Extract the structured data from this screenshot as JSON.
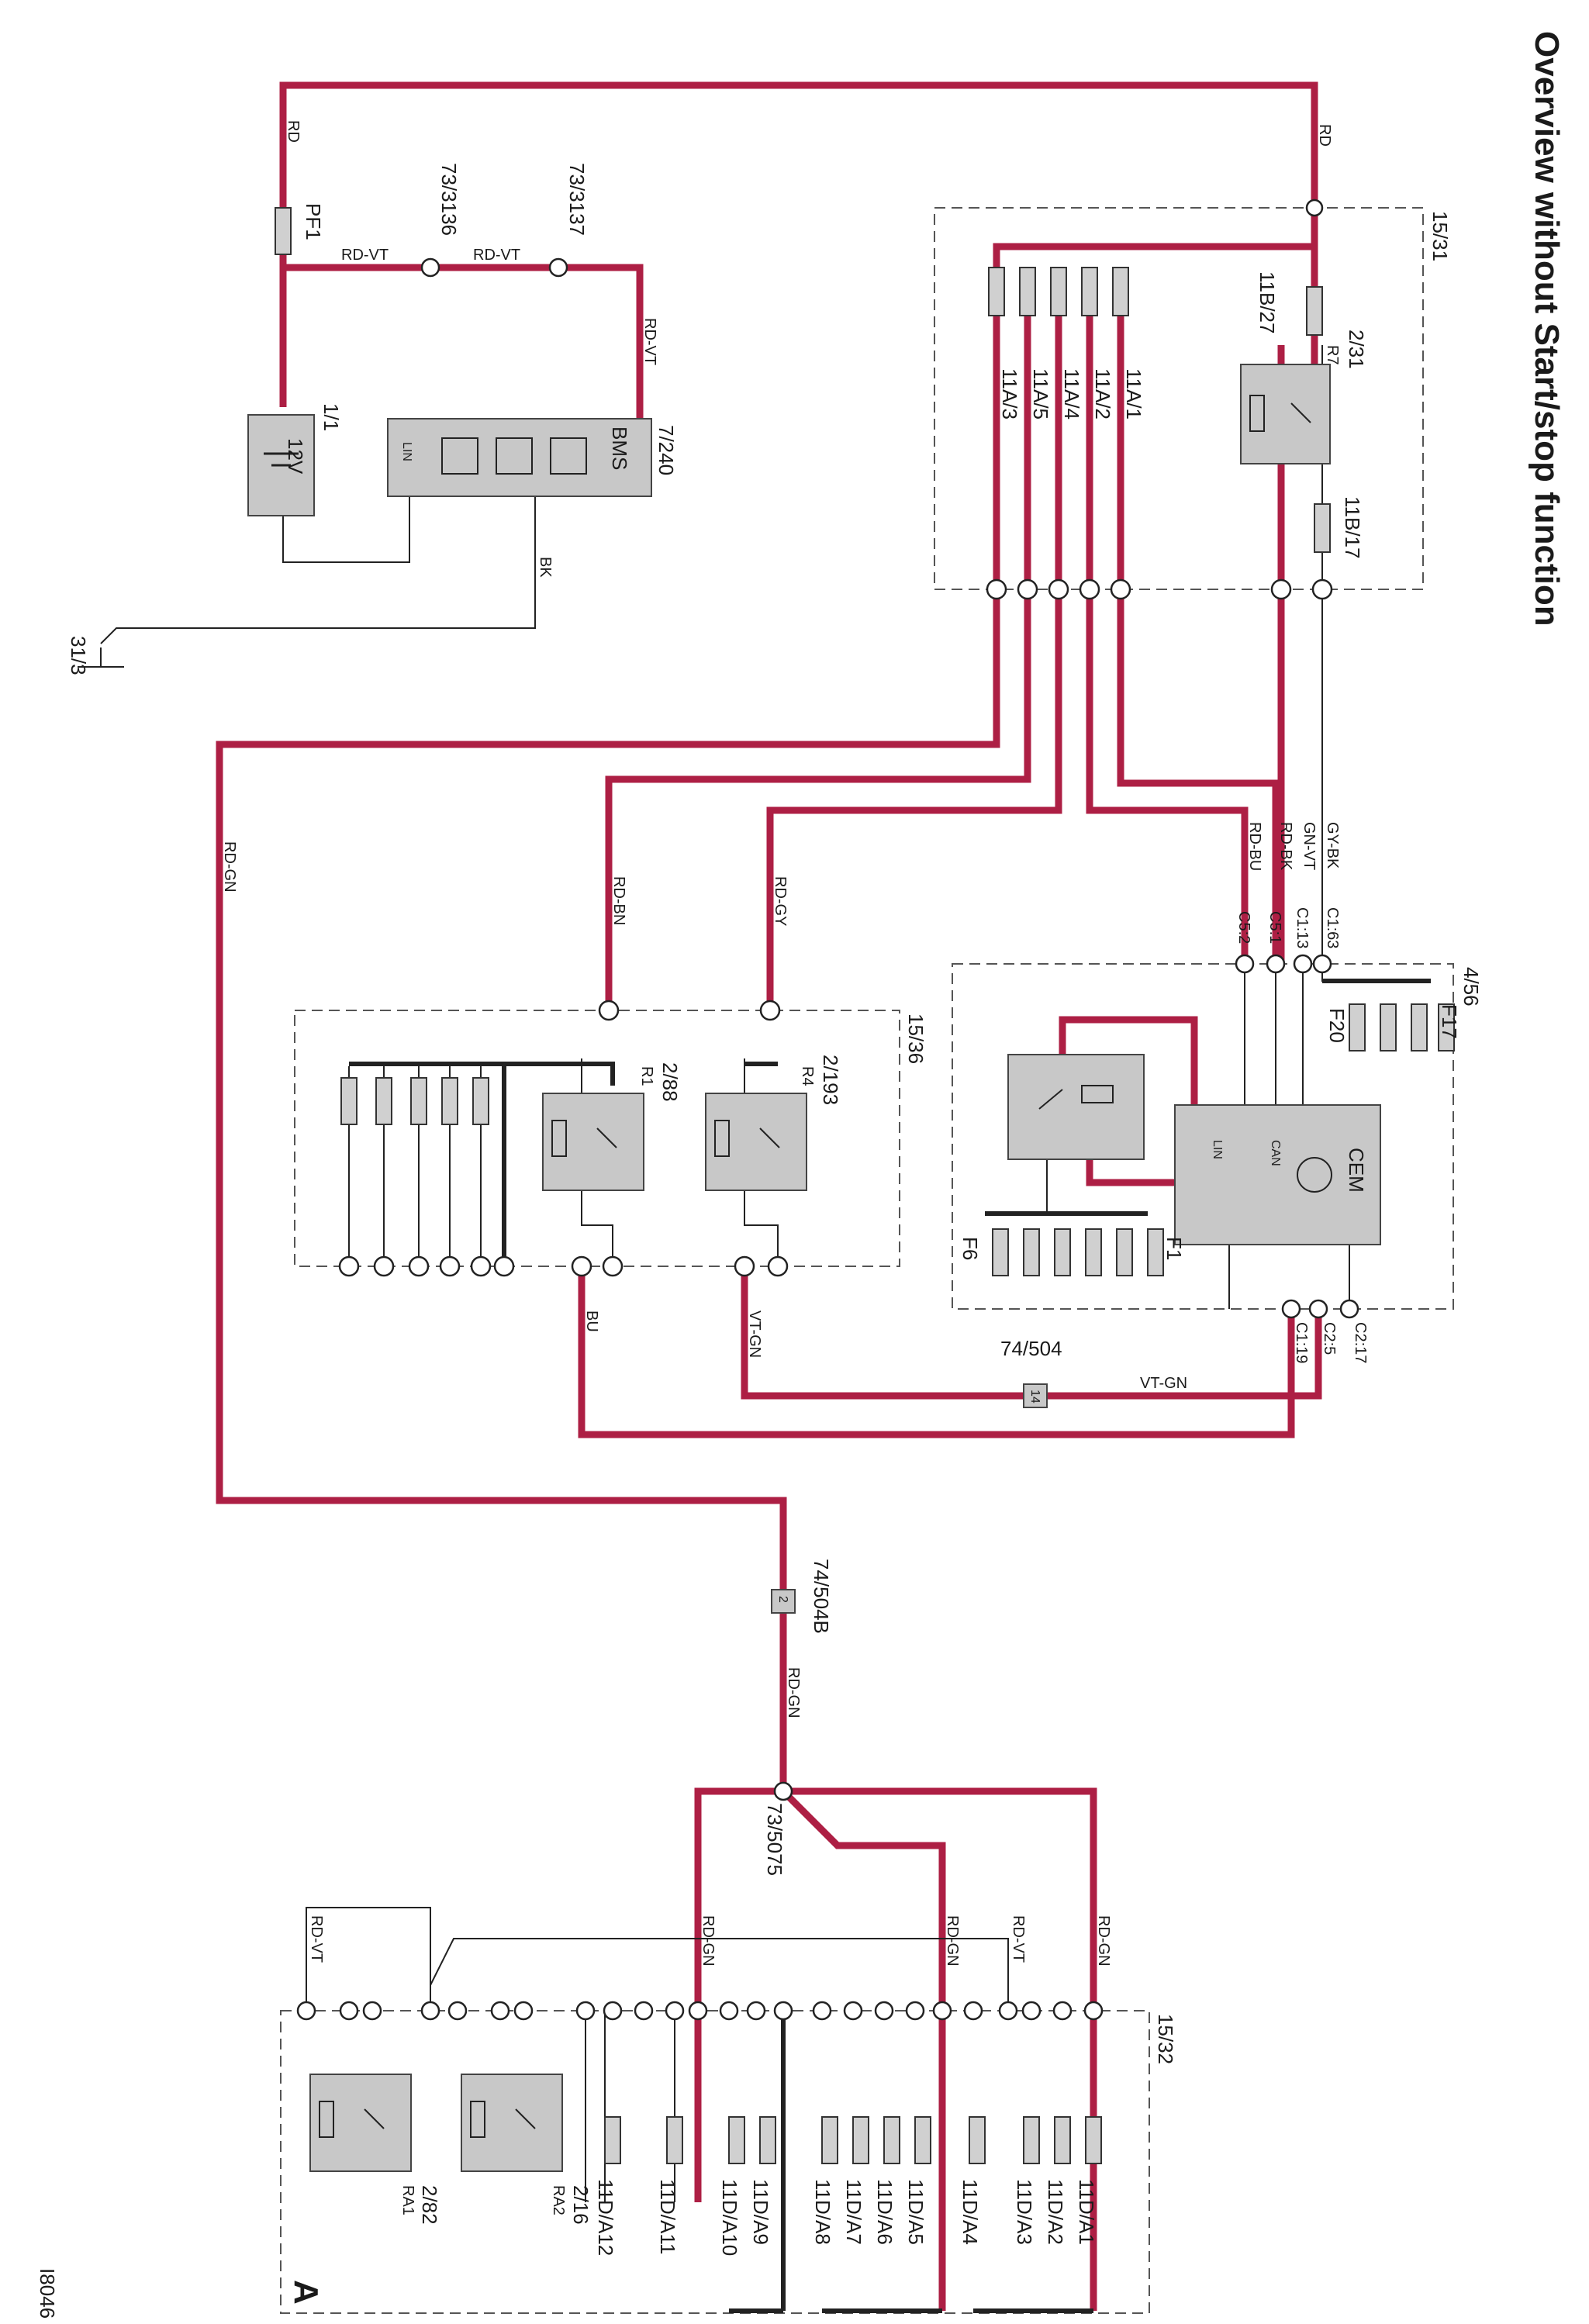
{
  "title": "Overview without Start/stop function",
  "figure_id": "I8046",
  "section_letter": "A",
  "boxes": {
    "fuse_box_main": "15/31",
    "relay_box": "15/36",
    "cem_box": "4/56",
    "rear_box": "15/32"
  },
  "components": {
    "battery": {
      "id": "1/1",
      "label": "12V"
    },
    "fuse_pf1": "PF1",
    "bms": {
      "id": "7/240",
      "label": "BMS",
      "lin": "LIN"
    },
    "cem": {
      "id": "CEM",
      "can": "CAN",
      "lin": "LIN"
    },
    "ground": "31/3",
    "relay_r7": {
      "id": "2/31",
      "name": "R7"
    },
    "relay_r1": {
      "id": "2/88",
      "name": "R1"
    },
    "relay_r4": {
      "id": "2/193",
      "name": "R4"
    },
    "relay_ra1": {
      "id": "2/82",
      "name": "RA1"
    },
    "relay_ra2": {
      "id": "2/16",
      "name": "RA2"
    },
    "splice_3136": "73/3136",
    "splice_3137": "73/3137",
    "splice_5075": "73/5075",
    "conn_504": {
      "id": "74/504",
      "pin": "14"
    },
    "conn_504b": {
      "id": "74/504B",
      "pin": "2"
    }
  },
  "fuses": {
    "main": [
      "11A/1",
      "11A/2",
      "11A/4",
      "11A/5",
      "11A/3"
    ],
    "r7_in": "11B/27",
    "r7_out": "11B/17",
    "cem_top_first": "F17",
    "cem_top_last": "F20",
    "cem_bot_first": "F1",
    "cem_bot_last": "F6",
    "rear": [
      "11D/A1",
      "11D/A2",
      "11D/A3",
      "11D/A4",
      "11D/A5",
      "11D/A6",
      "11D/A7",
      "11D/A8",
      "11D/A9",
      "11D/A10",
      "11D/A11",
      "11D/A12"
    ]
  },
  "connectors": {
    "c1_63": "C1:63",
    "c1_13": "C1:13",
    "c5_1": "C5:1",
    "c5_2": "C5:2",
    "c1_19": "C1:19",
    "c2_5": "C2:5",
    "c2_17": "C2:17"
  },
  "wire_colors": {
    "rd": "RD",
    "rd_vt": "RD-VT",
    "bk": "BK",
    "rd_gn": "RD-GN",
    "rd_bn": "RD-BN",
    "rd_gy": "RD-GY",
    "rd_bu": "RD-BU",
    "rd_bk": "RD-BK",
    "gn_vt": "GN-VT",
    "gy_bk": "GY-BK",
    "vt_gn": "VT-GN",
    "bu": "BU"
  },
  "colors": {
    "power_wire": "#ad1f44",
    "component_fill": "#c8c8c8"
  }
}
